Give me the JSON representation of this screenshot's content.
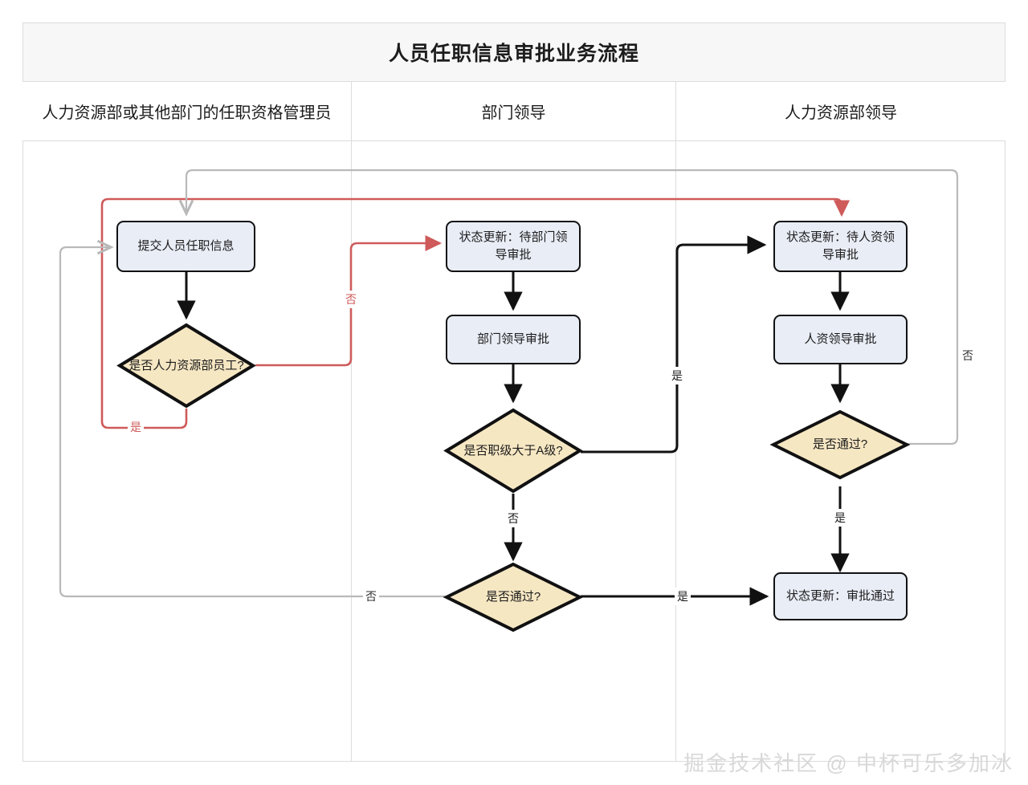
{
  "title": "人员任职信息审批业务流程",
  "lanes": [
    {
      "id": "lane-hr-admin",
      "label": "人力资源部或其他部门的任职资格管理员"
    },
    {
      "id": "lane-dept-leader",
      "label": "部门领导"
    },
    {
      "id": "lane-hr-leader",
      "label": "人力资源部领导"
    }
  ],
  "nodes": {
    "submit": {
      "label": "提交人员任职信息",
      "type": "process"
    },
    "is_hr_employee": {
      "label": "是否人力资源部员工?",
      "type": "decision"
    },
    "status_wait_dept": {
      "label": "状态更新：待部门领导审批",
      "type": "process"
    },
    "dept_approve": {
      "label": "部门领导审批",
      "type": "process"
    },
    "is_level_above_a": {
      "label": "是否职级大于A级?",
      "type": "decision"
    },
    "dept_passed": {
      "label": "是否通过?",
      "type": "decision"
    },
    "status_wait_hr": {
      "label": "状态更新：待人资领导审批",
      "type": "process"
    },
    "hr_approve": {
      "label": "人资领导审批",
      "type": "process"
    },
    "hr_passed": {
      "label": "是否通过?",
      "type": "decision"
    },
    "status_approved": {
      "label": "状态更新：审批通过",
      "type": "process"
    }
  },
  "edge_labels": {
    "hr_employee_yes": "是",
    "hr_employee_no": "否",
    "level_above_a_no": "否",
    "level_above_a_yes": "是",
    "dept_passed_no": "否",
    "dept_passed_yes": "是",
    "hr_passed_yes": "是",
    "hr_passed_no": "否"
  },
  "watermark": "掘金技术社区 @ 中杯可乐多加冰",
  "colors": {
    "process_fill": "#e9edf6",
    "process_stroke": "#111111",
    "decision_fill": "#f6e7c3",
    "decision_stroke": "#111111",
    "red_edge": "#cf5a5a",
    "gray_edge": "#b9b9b9",
    "black_edge": "#111111",
    "frame_border": "#dcdcdc",
    "header_fill": "#f7f7f7"
  }
}
